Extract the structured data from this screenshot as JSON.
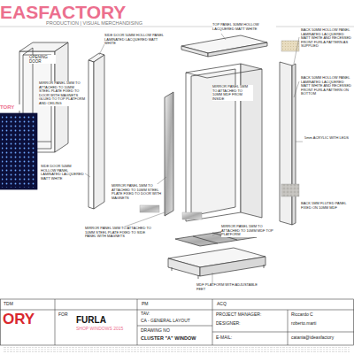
{
  "diagram": {
    "labels": [
      "EASFACTORY",
      "PRODUCTION | VISUAL MERCHANDISING",
      "OPENING DOOR",
      "TORY",
      "MIRROR PANEL 5MM TO ATTACHED TO 10MM STEEL PLATE FIXED TO DOOR WITH MAGNETS GLUED TO TOP PLATFORM AND CEILING",
      "SIDE DOOR 50MM HOLLOW PANEL LAMINATED LACQUERED MATT WHITE",
      "SIDE DOOR 50MM HOLLOW PANEL LAMINATED LACQUERED MATT WHITE",
      "TOP PANEL 30MM HOLLOW LACQUERED MATT WHITE",
      "BACK 50MM HOLLOW PANEL LAMINATED LACQUERED MATT WHITE AND RECESSED FRONT FURLA PATTERN AS SUPPLIED",
      "MIRROR PANEL 5MM TO ATTACHED TO 10MM MDF FROM INSIDE",
      "BACK 50MM HOLLOW PANEL LAMINATED LACQUERED MATT WHITE AND RECESSED FRONT FURLA PATTERN ON BOTTOM",
      "5mm ACRYLIC WITH LEDS",
      "MIRROR PANEL 5MM TO ATTACHED TO 10MM STEEL PLATE FIXED TO DOOR WITH MAGNETS",
      "MIRROR PANEL 5MM TO ATTACHED TO 10MM STEEL PLATE FIXED TO SIDE PANEL WITH MAGNETS",
      "MIRROR PANEL 5MM TO ATTACHED TO 10MM MDF TOP PLATFORM",
      "MDF PLATFORM WITH ADJUSTABLE FEET",
      "BACK 5MM FLUTED PANEL FIXED ON 10MM MDF",
      "ORY",
      "TDM",
      "PM",
      "ACQ",
      "FOR",
      "FURLA",
      "SHOP WINDOWS 2015",
      "TAV:",
      "CA - GENERAL LAYOUT",
      "DRAWING NO",
      "CLUSTER \"A\" WINDOW",
      "PROJECT MANAGER:",
      "DESIGNER:",
      "E-MAIL:",
      "Riccardo C",
      "roberto.marti",
      "catania@ideasfactory"
    ]
  }
}
